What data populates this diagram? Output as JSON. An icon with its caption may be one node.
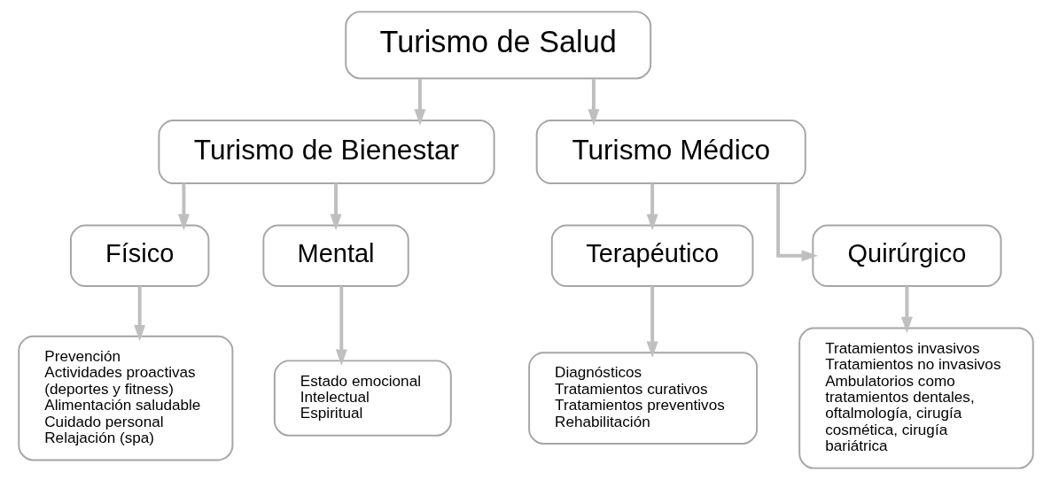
{
  "diagram": {
    "nodes": [
      {
        "text": [
          "Turismo de Salud"
        ]
      },
      {
        "text": [
          "Turismo de Bienestar"
        ]
      },
      {
        "text": [
          "Turismo Médico"
        ]
      },
      {
        "text": [
          "Físico"
        ]
      },
      {
        "text": [
          "Mental"
        ]
      },
      {
        "text": [
          "Terapéutico"
        ]
      },
      {
        "text": [
          "Quirúrgico"
        ]
      },
      {
        "text": [
          "Prevención",
          "Actividades proactivas (deportes y fitness)",
          "Alimentación saludable",
          "Cuidado personal",
          "Relajación (spa)"
        ]
      },
      {
        "text": [
          "Estado emocional",
          "Intelectual",
          "Espiritual"
        ]
      },
      {
        "text": [
          "Diagnósticos",
          "Tratamientos curativos",
          "Tratamientos preventivos",
          "Rehabilitación"
        ]
      },
      {
        "text": [
          "Tratamientos invasivos",
          "Tratamientos no invasivos",
          "Ambulatorios como tratamientos dentales, oftalmología, cirugía cosmética, cirugía bariátrica"
        ]
      }
    ],
    "edges": [
      {
        "from": 0,
        "to": 1,
        "arrow": "to"
      },
      {
        "from": 0,
        "to": 2,
        "arrow": "to"
      },
      {
        "from": 1,
        "to": 3,
        "arrow": "to"
      },
      {
        "from": 1,
        "to": 4,
        "arrow": "to"
      },
      {
        "from": 2,
        "to": 5,
        "arrow": "to"
      },
      {
        "from": 2,
        "to": 6,
        "arrow": "to"
      },
      {
        "from": 3,
        "to": 7,
        "arrow": "to"
      },
      {
        "from": 4,
        "to": 8,
        "arrow": "to"
      },
      {
        "from": 5,
        "to": 9,
        "arrow": "to"
      },
      {
        "from": 6,
        "to": 10,
        "arrow": "to"
      }
    ]
  }
}
